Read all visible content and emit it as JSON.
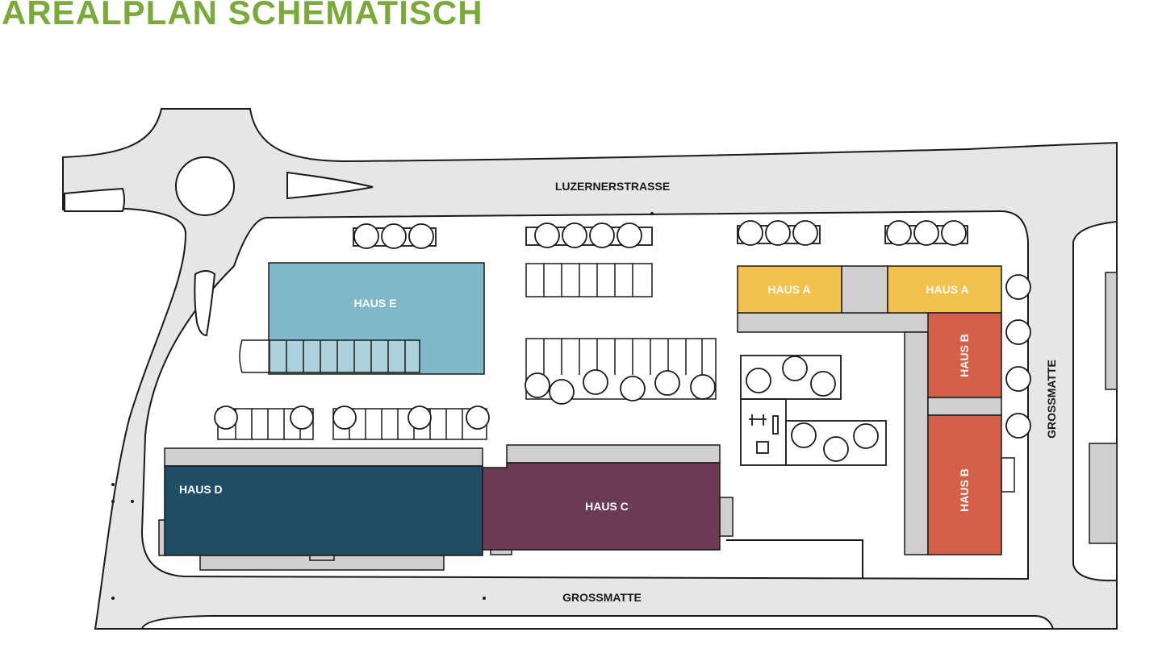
{
  "title": "AREALPLAN SCHEMATISCH",
  "streets": {
    "north": "LUZERNERSTRASSE",
    "south": "GROSSMATTE",
    "east": "GROSSMATTE"
  },
  "buildings": {
    "haus_e": "HAUS E",
    "haus_d": "HAUS D",
    "haus_c": "HAUS C",
    "haus_a_west": "HAUS A",
    "haus_a_east": "HAUS A",
    "haus_b_north": "HAUS B",
    "haus_b_south": "HAUS B"
  },
  "colors": {
    "title": "#7aab3a",
    "road": "#e6e6e6",
    "haus_e": "#7fb8c8",
    "haus_d": "#1f4d66",
    "haus_c": "#6b3a55",
    "haus_a": "#f2c14e",
    "haus_b": "#d5604a",
    "annex": "#cfcfcf"
  }
}
